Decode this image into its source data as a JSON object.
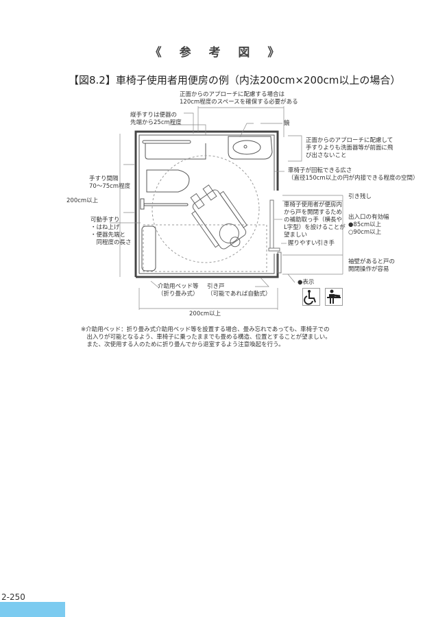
{
  "header": {
    "reference_title": "《 参 考 図 》"
  },
  "figure": {
    "title": "【図8.2】車椅子使用者用便房の例（内法200cm×200cm以上の場合）",
    "labels": {
      "front_approach": [
        "正面からのアプローチに配慮する場合は",
        "120cm程度のスペースを確保する必要がある"
      ],
      "vertical_rail": [
        "縦手すりは便器の",
        "先端から25cm程度"
      ],
      "mirror": "鏡",
      "sink_note": [
        "正面からのアプローチに配慮して",
        "手すりよりも洗面器等が前面に飛",
        "び出さないこと"
      ],
      "turning_space": [
        "車椅子が回転できる広さ",
        "（直径150cm以上の円が内接できる程度の空間）"
      ],
      "rail_spacing": [
        "手すり間隔",
        "70～75cm程度"
      ],
      "depth_dim": "200cm以上",
      "movable_rail": [
        "可動手すり",
        "・はね上げ",
        "・便器先端と",
        "　同程度の長さ"
      ],
      "pull_remain": "引き残し",
      "door_aid": [
        "車椅子使用者が便房内",
        "から戸を開閉するため",
        "の補助取っ手（横長や",
        "L字型）を設けることが",
        "望ましい"
      ],
      "door_width": [
        "出入口の有効幅",
        "●85cm以上",
        "○90cm以上"
      ],
      "easy_handle": "握りやすい引き手",
      "sleeve_wall": [
        "袖壁があると戸の",
        "開閉操作が容易"
      ],
      "care_bed": [
        "介助用ベッド等",
        "（折り畳み式）"
      ],
      "sliding_door": [
        "引き戸",
        "（可能であれば自動式）"
      ],
      "width_dim": "200cm以上",
      "sign_label": "●表示"
    },
    "signs": [
      {
        "name": "wheelchair-accessible-icon",
        "glyph": "♿"
      },
      {
        "name": "care-bed-icon",
        "glyph": "care bed"
      }
    ]
  },
  "footnote": [
    "※介助用ベッド：折り畳み式介助用ベッド等を設置する場合、畳み忘れであっても、車椅子での",
    "　出入りが可能となるよう、車椅子に乗ったままでも畳める構造、位置とすることが望ましい。",
    "　また、次使用する人のために折り畳んでから退室するよう注意喚起を行う。"
  ],
  "footer": {
    "page_number": "2-250",
    "accent_color": "#7ccbf0"
  }
}
